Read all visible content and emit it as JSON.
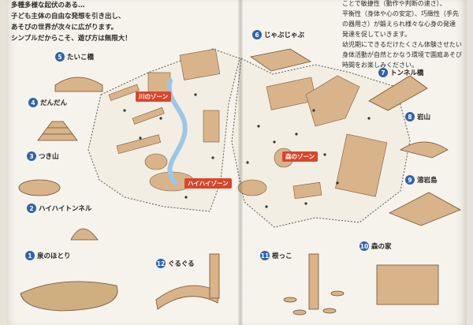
{
  "intro_left": [
    "多種多様な起伏のある…",
    "子ども主体の自由な発想を引き出し、",
    "あそびの世界が次々に広がります。",
    "シンプルだからこそ、遊び方は無限大！"
  ],
  "intro_right": [
    "ことで敏捷性（動作や判断の速さ）、",
    "平衡性（身体や心の安定）、巧緻性（手先",
    "の器用さ）が鍛えられ様々な心身の発達",
    "発達を促していきます。",
    "幼児期にできるだけたくさん体験させたい",
    "身体活動が自然とかなう環境で園庭あそび",
    "時間をお楽しみください。"
  ],
  "items": [
    {
      "n": "5",
      "label": "たいこ橋"
    },
    {
      "n": "4",
      "label": "だんだん"
    },
    {
      "n": "3",
      "label": "つき山"
    },
    {
      "n": "2",
      "label": "ハイハイトンネル"
    },
    {
      "n": "1",
      "label": "泉のほとり"
    },
    {
      "n": "12",
      "label": "ぐるぐる"
    },
    {
      "n": "11",
      "label": "根っこ"
    },
    {
      "n": "10",
      "label": "森の家"
    },
    {
      "n": "9",
      "label": "溶岩島"
    },
    {
      "n": "8",
      "label": "岩山"
    },
    {
      "n": "7",
      "label": "トンネル橋"
    },
    {
      "n": "6",
      "label": "じゃぶじゃぶ"
    }
  ],
  "zones": {
    "river": "川のゾーン",
    "crawl": "ハイハイゾーン",
    "forest": "森のゾーン"
  },
  "colors": {
    "badge": "#2d63ad",
    "zone": "#d9462c",
    "wood": "#d9b48a",
    "paper": "#f6f3ec"
  }
}
